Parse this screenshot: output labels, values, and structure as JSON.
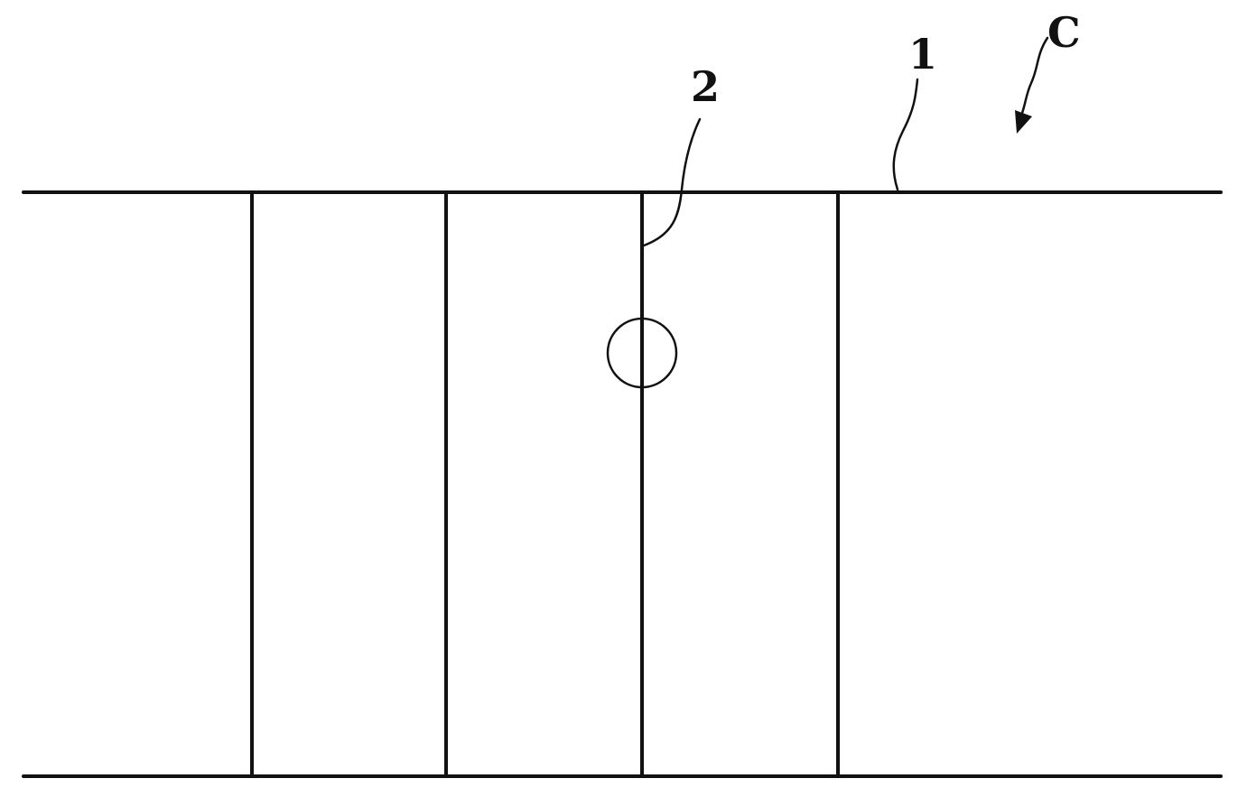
{
  "diagram": {
    "labels": {
      "part_1": "1",
      "part_2": "2",
      "view_c": "C"
    },
    "colors": {
      "line": "#111111",
      "background": "#ffffff"
    }
  }
}
